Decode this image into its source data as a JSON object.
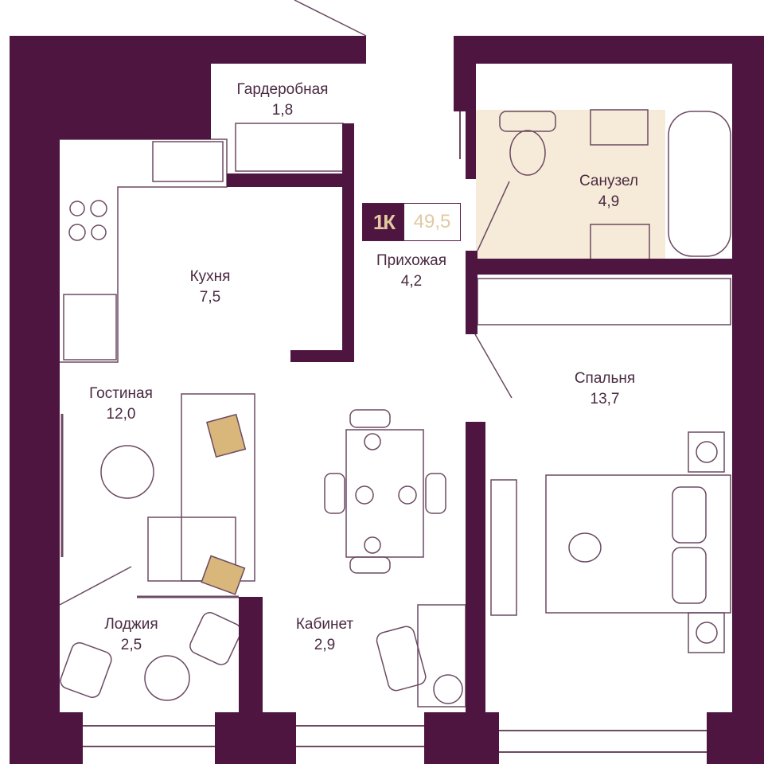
{
  "apartment": {
    "type": "1К",
    "total_area": "49,5"
  },
  "rooms": [
    {
      "name": "Гардеробная",
      "area": "1,8"
    },
    {
      "name": "Санузел",
      "area": "4,9"
    },
    {
      "name": "Кухня",
      "area": "7,5"
    },
    {
      "name": "Прихожая",
      "area": "4,2"
    },
    {
      "name": "Гостиная",
      "area": "12,0"
    },
    {
      "name": "Спальня",
      "area": "13,7"
    },
    {
      "name": "Лоджия",
      "area": "2,5"
    },
    {
      "name": "Кабинет",
      "area": "2,9"
    }
  ],
  "colors": {
    "wall": "#4d1540",
    "accent": "#d9b67a",
    "bath_floor": "#f6ead8",
    "line": "#6b4a62"
  }
}
